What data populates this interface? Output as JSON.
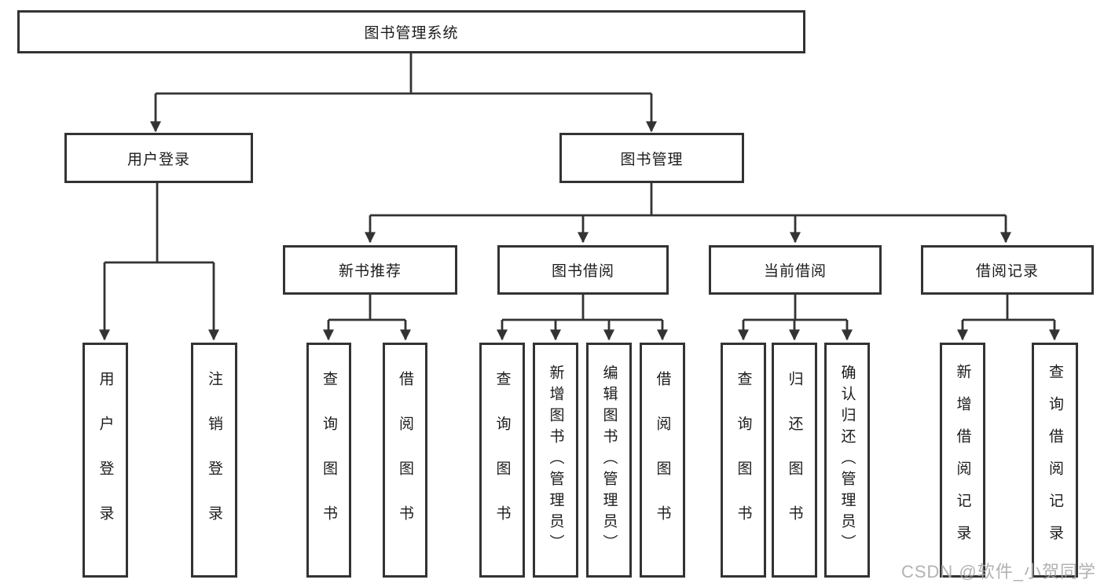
{
  "tree": {
    "root": {
      "label": "图书管理系统"
    },
    "branches": [
      {
        "label": "用户登录",
        "children": [
          {
            "label": "用户登录"
          },
          {
            "label": "注销登录"
          }
        ]
      },
      {
        "label": "图书管理",
        "children": [
          {
            "label": "新书推荐",
            "children": [
              {
                "label": "查询图书"
              },
              {
                "label": "借阅图书"
              }
            ]
          },
          {
            "label": "图书借阅",
            "children": [
              {
                "label": "查询图书"
              },
              {
                "label": "新增图书（管理员）"
              },
              {
                "label": "编辑图书（管理员）"
              },
              {
                "label": "借阅图书"
              }
            ]
          },
          {
            "label": "当前借阅",
            "children": [
              {
                "label": "查询图书"
              },
              {
                "label": "归还图书"
              },
              {
                "label": "确认归还（管理员）"
              }
            ]
          },
          {
            "label": "借阅记录",
            "children": [
              {
                "label": "新增借阅记录"
              },
              {
                "label": "查询借阅记录"
              }
            ]
          }
        ]
      }
    ]
  },
  "watermark": {
    "text": "CSDN @软件_小贺同学"
  },
  "colors": {
    "line": "#333333",
    "box_border": "#333333",
    "box_background": "#ffffff",
    "text": "#1c1c1c",
    "page_background": "#ffffff",
    "watermark": "#aaaaaa"
  }
}
